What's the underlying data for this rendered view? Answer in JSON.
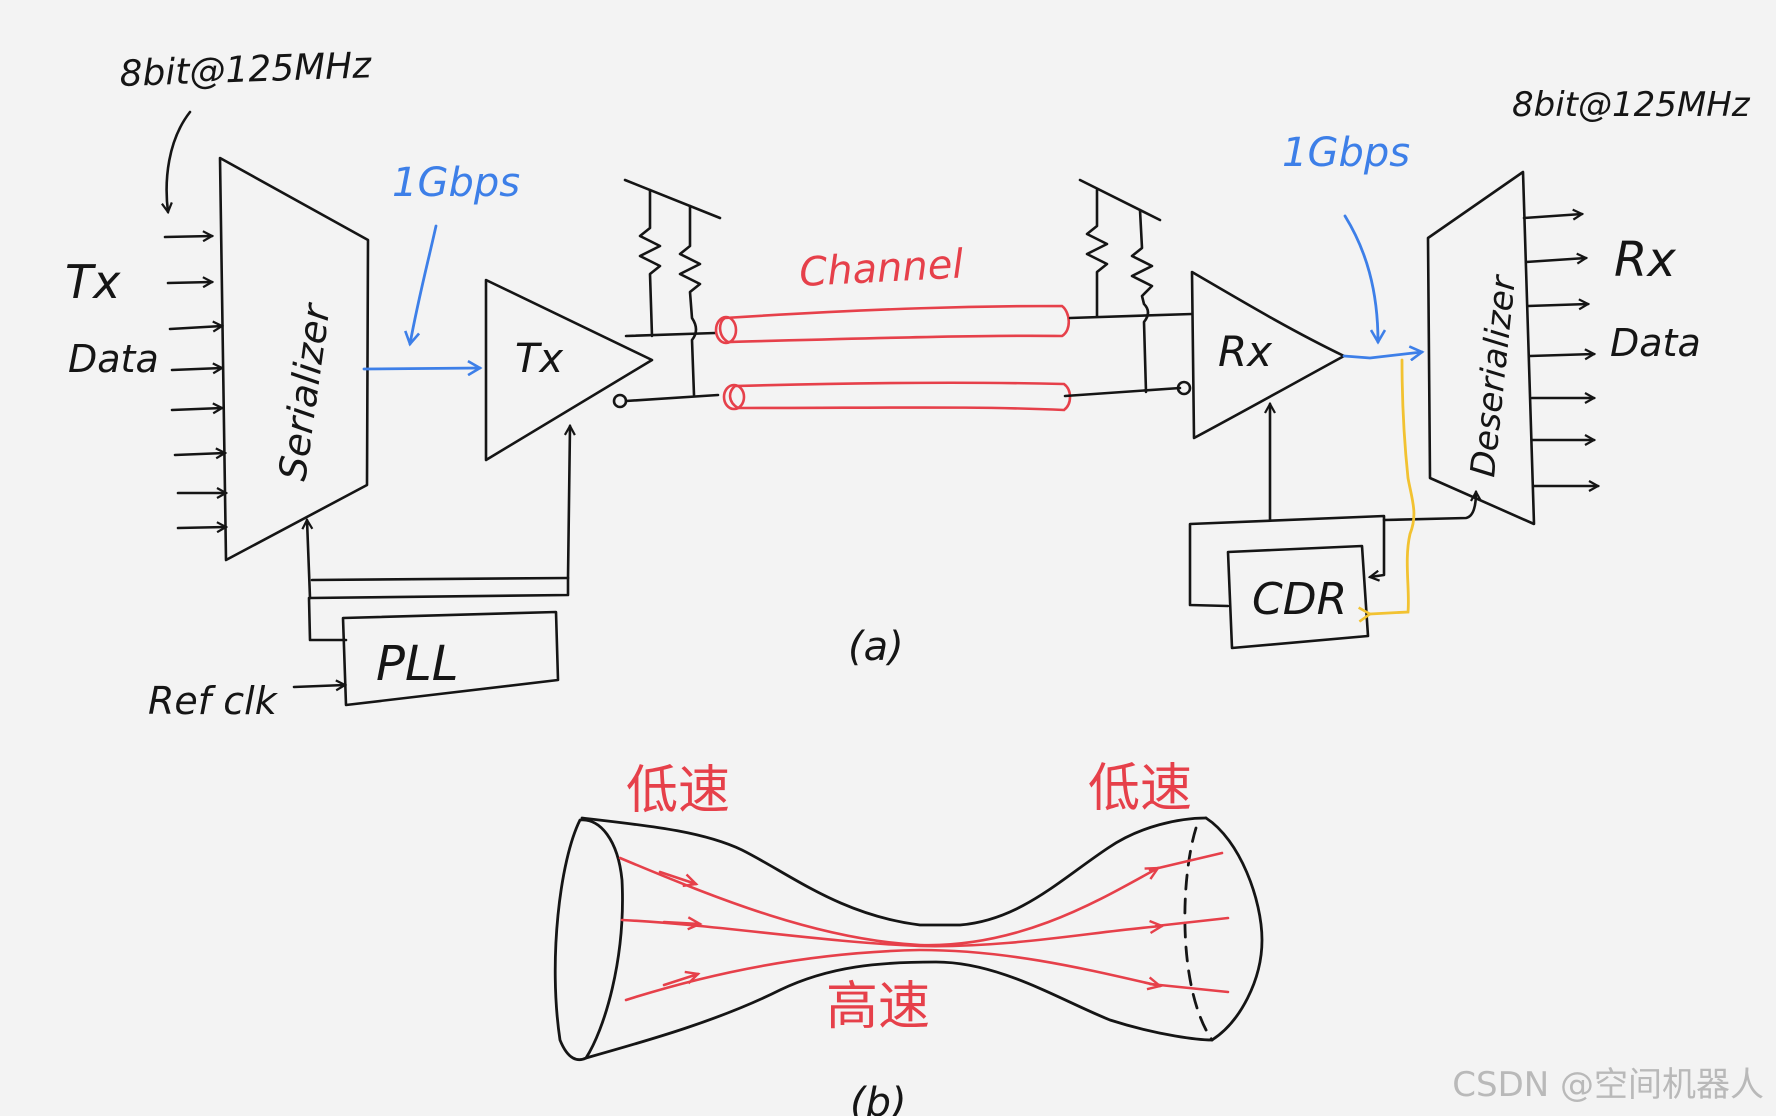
{
  "colors": {
    "ink": "#151515",
    "blue": "#3d7fe8",
    "red": "#e6404a",
    "yellow": "#f2c231",
    "background": "#f3f3f3",
    "watermark": "#b9b9b9"
  },
  "labels": {
    "tx_input_rate": "8bit@125MHz",
    "tx_data_line1": "Tx",
    "tx_data_line2": "Data",
    "serializer": "Serializer",
    "tx_rate": "1Gbps",
    "tx_buffer": "Tx",
    "channel": "Channel",
    "rx_buffer": "Rx",
    "rx_rate": "1Gbps",
    "deserializer": "Deserializer",
    "rx_output_rate": "8bit@125MHz",
    "rx_data_line1": "Rx",
    "rx_data_line2": "Data",
    "pll": "PLL",
    "ref_clk": "Ref clk",
    "cdr": "CDR",
    "caption_a": "(a)",
    "low_speed_left": "低速",
    "low_speed_right": "低速",
    "high_speed": "高速",
    "caption_b": "(b)"
  },
  "watermark": "CSDN @空间机器人"
}
